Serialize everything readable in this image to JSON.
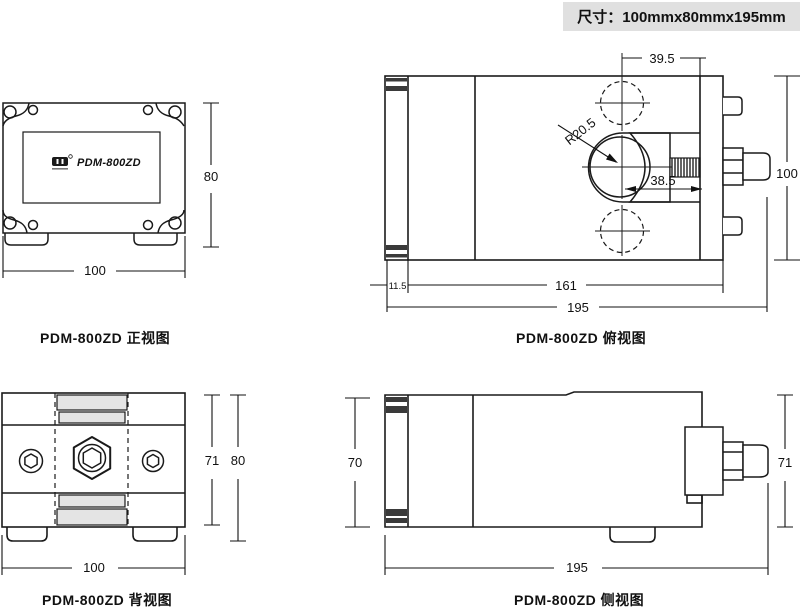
{
  "header": {
    "size_label": "尺寸：100mmx80mmx195mm"
  },
  "front_view": {
    "caption": "PDM-800ZD 正视图",
    "model_label": "PDM-800ZD",
    "dim_height": "80",
    "dim_width": "100"
  },
  "top_view": {
    "caption": "PDM-800ZD 俯视图",
    "dim_offset": "39.5",
    "dim_radius": "R20.5",
    "dim_inner": "38.5",
    "dim_height": "100",
    "dim_left": "11.5",
    "dim_body": "161",
    "dim_total": "195"
  },
  "back_view": {
    "caption": "PDM-800ZD 背视图",
    "dim_inner_height": "71",
    "dim_height": "80",
    "dim_width": "100"
  },
  "side_view": {
    "caption": "PDM-800ZD 侧视图",
    "dim_left_height": "70",
    "dim_right_height": "71",
    "dim_length": "195"
  }
}
